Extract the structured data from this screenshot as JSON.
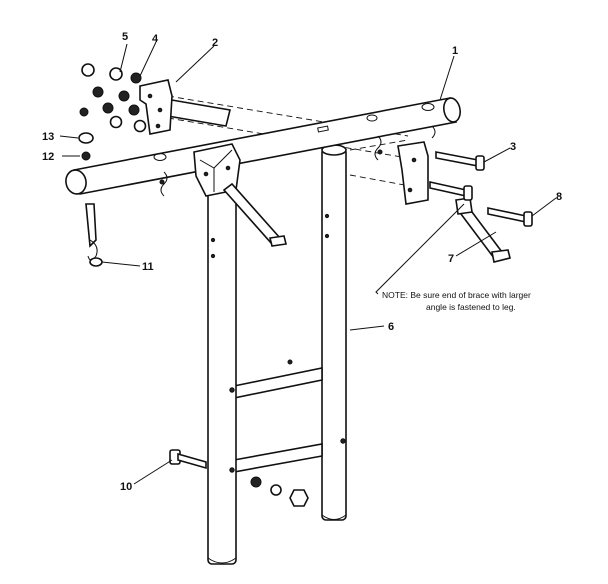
{
  "callouts": {
    "c1": "1",
    "c2": "2",
    "c3": "3",
    "c4": "4",
    "c5": "5",
    "c6": "6",
    "c7": "7",
    "c8": "8",
    "c10": "10",
    "c11": "11",
    "c12": "12",
    "c13": "13"
  },
  "note": {
    "line1": "NOTE: Be sure end of brace with larger",
    "line2": "angle is fastened to leg."
  }
}
